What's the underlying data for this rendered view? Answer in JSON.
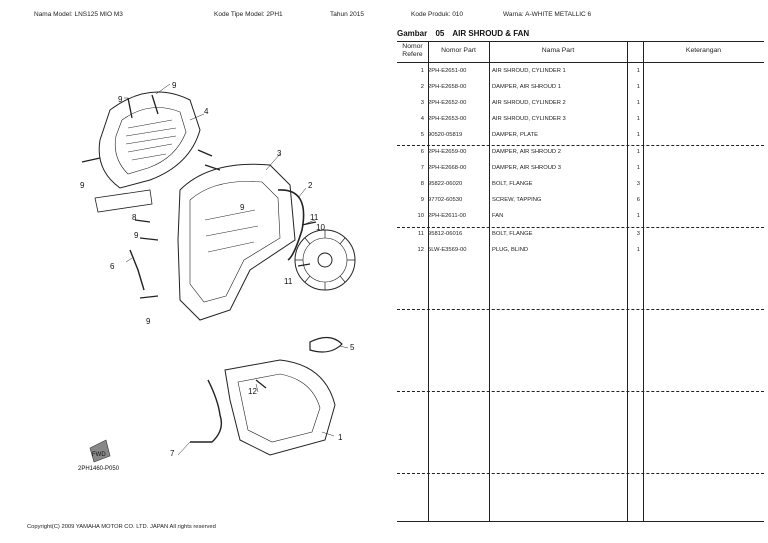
{
  "header": {
    "model_name": "Nama Model:  LNS125 MIO M3",
    "type_code": "Kode Tipe Model:  2PH1",
    "year": "Tahun  2015",
    "product_code": "Kode Produk:  010",
    "color": "Warna:  A-WHITE METALLIC 6"
  },
  "figure": {
    "label": "Gambar",
    "number": "05",
    "title": "AIR SHROUD & FAN",
    "figure_code": "2PH1460-P050",
    "fwd_label": "FWD"
  },
  "table": {
    "headers": {
      "ref": "Nomor Refere",
      "part": "Nomor Part",
      "name": "Nama Part",
      "remarks": "Keterangan"
    },
    "rows": [
      {
        "no": "1",
        "part": "2PH-E2651-00",
        "name": "AIR SHROUD, CYLINDER 1",
        "qty": "1"
      },
      {
        "no": "2",
        "part": "2PH-E2658-00",
        "name": "DAMPER, AIR SHROUD 1",
        "qty": "1"
      },
      {
        "no": "3",
        "part": "2PH-E2652-00",
        "name": "AIR SHROUD, CYLINDER 2",
        "qty": "1"
      },
      {
        "no": "4",
        "part": "2PH-E2653-00",
        "name": "AIR SHROUD, CYLINDER 3",
        "qty": "1"
      },
      {
        "no": "5",
        "part": "90520-05819",
        "name": "DAMPER, PLATE",
        "qty": "1"
      },
      {
        "no": "6",
        "part": "2PH-E2659-00",
        "name": "DAMPER, AIR SHROUD 2",
        "qty": "1"
      },
      {
        "no": "7",
        "part": "2PH-E2668-00",
        "name": "DAMPER, AIR SHROUD 3",
        "qty": "1"
      },
      {
        "no": "8",
        "part": "95822-06020",
        "name": "BOLT, FLANGE",
        "qty": "3"
      },
      {
        "no": "9",
        "part": "97702-60530",
        "name": "SCREW, TAPPING",
        "qty": "6"
      },
      {
        "no": "10",
        "part": "2PH-E2611-00",
        "name": "FAN",
        "qty": "1"
      },
      {
        "no": "11",
        "part": "95812-06016",
        "name": "BOLT, FLANGE",
        "qty": "3"
      },
      {
        "no": "12",
        "part": "5LW-E3569-00",
        "name": "PLUG, BLIND",
        "qty": "1"
      }
    ]
  },
  "callouts": [
    "1",
    "2",
    "3",
    "4",
    "5",
    "6",
    "7",
    "8",
    "9",
    "9",
    "9",
    "9",
    "9",
    "9",
    "10",
    "11",
    "11",
    "12"
  ],
  "footer": {
    "copyright": "Copyright(C) 2009 YAMAHA MOTOR CO. LTD. JAPAN All rights reserved"
  }
}
